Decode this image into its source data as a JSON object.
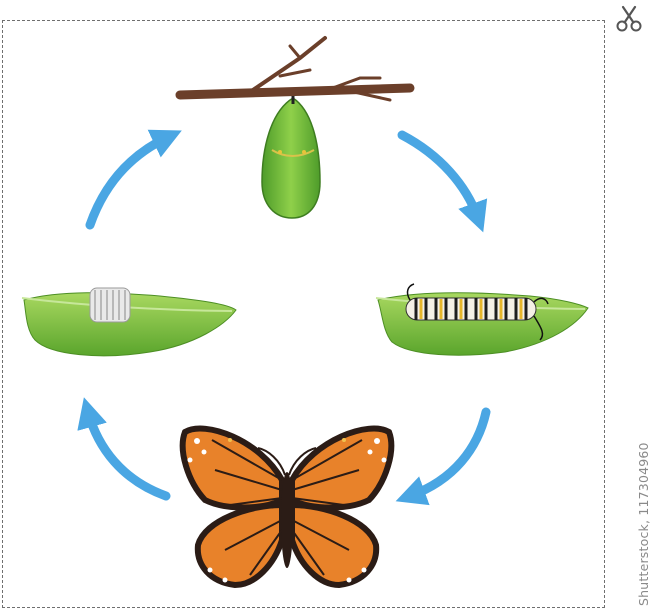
{
  "credit": "Shutterstock, 117304960",
  "icons": {
    "scissors": "scissors-icon",
    "cycle_arrows": "arrow-icon"
  },
  "stages": [
    "eggs-on-leaf",
    "caterpillar-on-leaf",
    "chrysalis",
    "butterfly"
  ],
  "colors": {
    "arrow": "#4aa6e3",
    "leaf": "#8cc63f",
    "chrysalis": "#6fbf3b",
    "butterfly_orange": "#e8822a",
    "butterfly_dark": "#3a2a22",
    "branch": "#6b3f2a"
  }
}
